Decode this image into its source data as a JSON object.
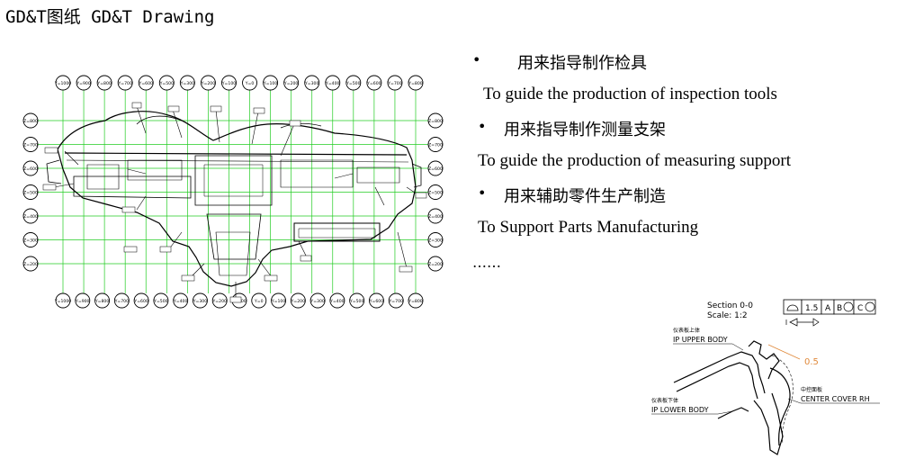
{
  "title": "GD&T图纸 GD&T Drawing",
  "bullets": [
    {
      "cn": "用来指导制作检具",
      "en": "To guide the production of inspection tools"
    },
    {
      "cn": "用来指导制作测量支架",
      "en": "To guide the production of measuring support"
    },
    {
      "cn": "用来辅助零件生产制造",
      "en": "To Support Parts Manufacturing"
    }
  ],
  "ellipsis": "……",
  "bullet_symbol": "•",
  "grid_color": "#22cc22",
  "drawing": {
    "top_labels": [
      "Y=1000",
      "Y=900",
      "Y=800",
      "Y=700",
      "Y=600",
      "Y=500",
      "Y=300",
      "Y=200",
      "Y=100",
      "Y=0",
      "Y=100",
      "Y=200",
      "Y=300",
      "Y=400",
      "Y=500",
      "Y=600",
      "Y=700",
      "Y=800"
    ],
    "bottom_labels": [
      "Y=1000",
      "Y=900",
      "Y=800",
      "Y=700",
      "Y=600",
      "Y=500",
      "Y=400",
      "Y=300",
      "Y=200",
      "Y=100",
      "Y=0",
      "Y=100",
      "Y=200",
      "Y=300",
      "Y=400",
      "Y=500",
      "Y=600",
      "Y=700",
      "Y=800"
    ],
    "left_labels": [
      "Z=800",
      "Z=700",
      "Z=600",
      "Z=500",
      "Z=400",
      "Z=300",
      "Z=200"
    ],
    "right_labels": [
      "Z=800",
      "Z=700",
      "Z=600",
      "Z=500",
      "Z=400",
      "Z=300",
      "Z=200"
    ]
  },
  "section": {
    "name": "Section 0-0",
    "scale": "Scale: 1:2",
    "fcf": [
      "1.5",
      "A",
      "B",
      "C"
    ],
    "profile_zone": "0.5",
    "upper_cn": "仪表板上体",
    "upper_en": "IP UPPER BODY",
    "lower_cn": "仪表板下体",
    "lower_en": "IP LOWER BODY",
    "center_cn": "中控面板",
    "center_en": "CENTER COVER RH"
  }
}
